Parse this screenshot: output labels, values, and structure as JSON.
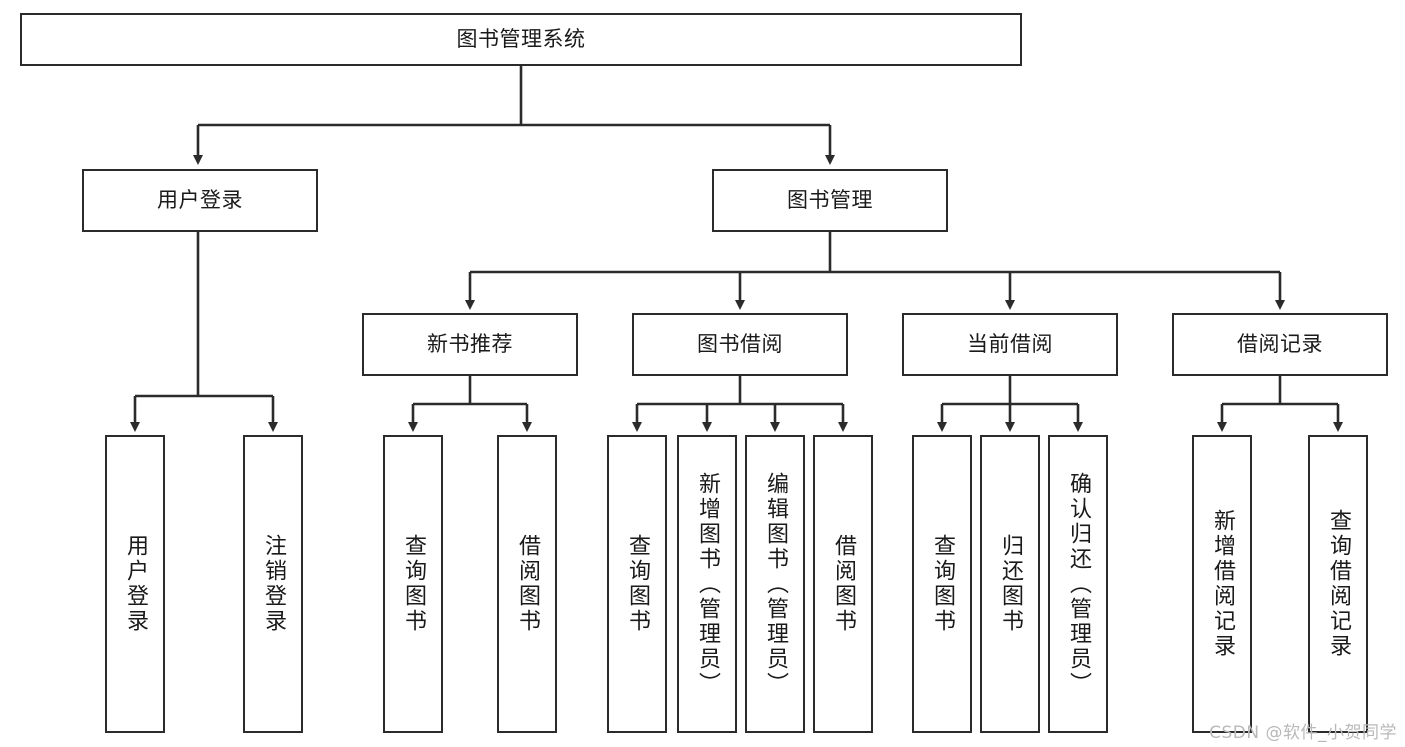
{
  "diagram": {
    "title": "图书管理系统",
    "type": "tree",
    "watermark": "CSDN @软件_小贺同学",
    "colors": {
      "stroke": "#2b2b2b",
      "fill": "#ffffff",
      "text": "#1a1a1a",
      "watermark": "#b9b9b9"
    },
    "root": {
      "label": "图书管理系统"
    },
    "level1": [
      {
        "label": "用户登录"
      },
      {
        "label": "图书管理"
      }
    ],
    "level2": [
      {
        "label": "新书推荐"
      },
      {
        "label": "图书借阅"
      },
      {
        "label": "当前借阅"
      },
      {
        "label": "借阅记录"
      }
    ],
    "leaves": {
      "user_login": [
        {
          "label": "用户登录"
        },
        {
          "label": "注销登录"
        }
      ],
      "new_book": [
        {
          "label": "查询图书"
        },
        {
          "label": "借阅图书"
        }
      ],
      "borrow_book": [
        {
          "label": "查询图书"
        },
        {
          "label": "新增图书（管理员）"
        },
        {
          "label": "编辑图书（管理员）"
        },
        {
          "label": "借阅图书"
        }
      ],
      "current_borrow": [
        {
          "label": "查询图书"
        },
        {
          "label": "归还图书"
        },
        {
          "label": "确认归还（管理员）"
        }
      ],
      "borrow_record": [
        {
          "label": "新增借阅记录"
        },
        {
          "label": "查询借阅记录"
        }
      ]
    }
  }
}
